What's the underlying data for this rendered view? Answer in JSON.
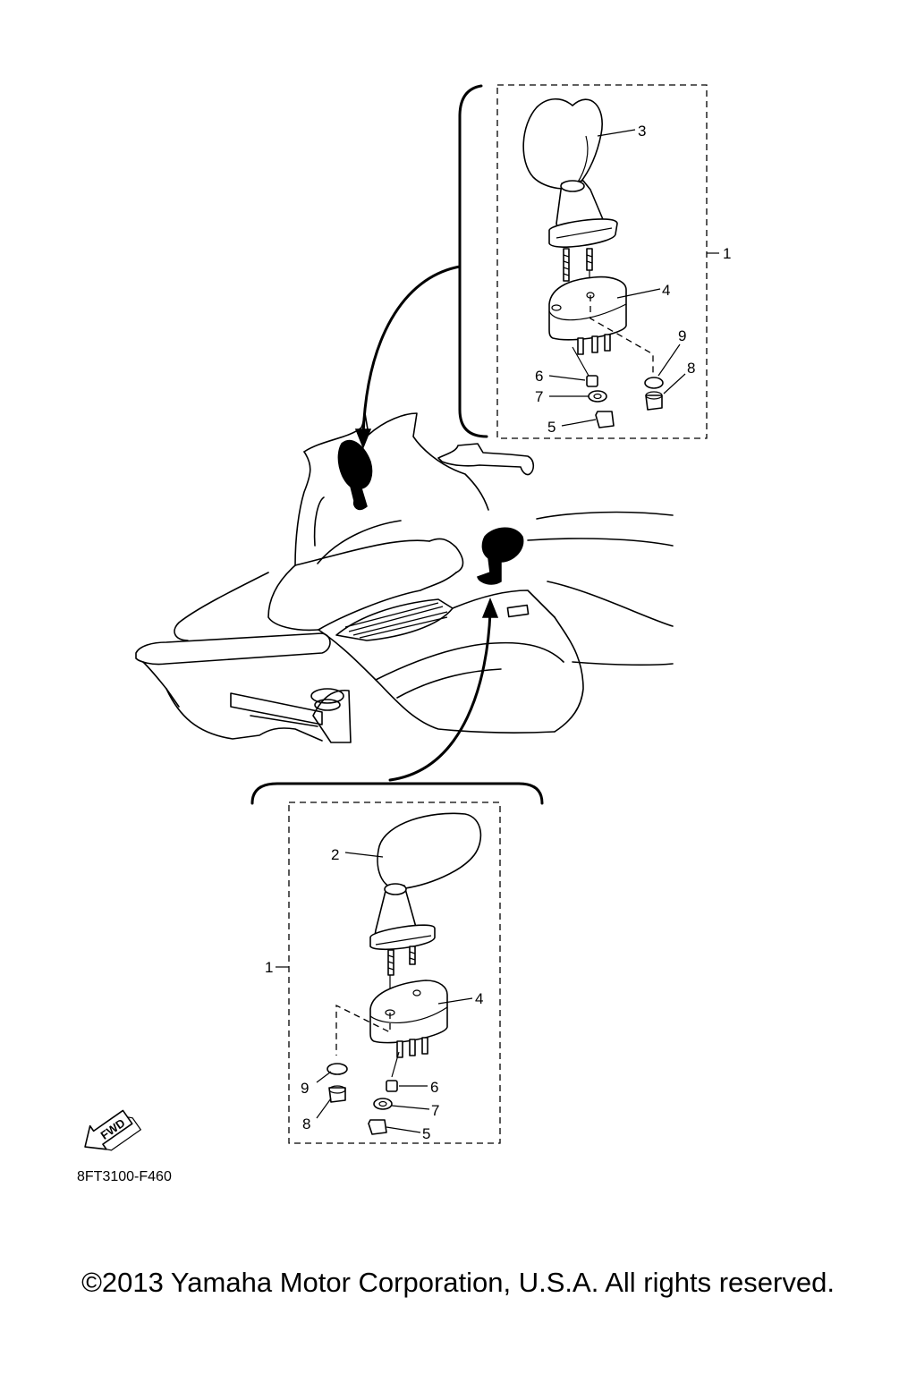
{
  "diagram_code": "8FT3100-F460",
  "fwd_label": "FWD",
  "copyright": "©2013 Yamaha Motor Corporation, U.S.A. All rights reserved.",
  "callouts_upper": [
    "1",
    "3",
    "4",
    "9",
    "8",
    "6",
    "7",
    "5"
  ],
  "callouts_lower": [
    "2",
    "1",
    "4",
    "9",
    "6",
    "8",
    "7",
    "5"
  ]
}
